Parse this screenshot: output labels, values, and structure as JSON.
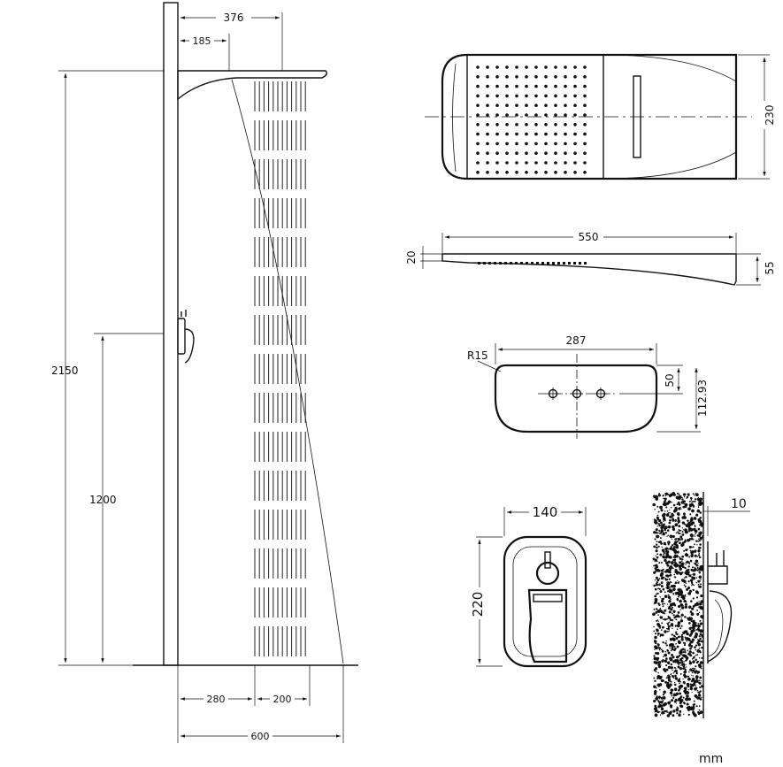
{
  "drawing": {
    "unit_label": "mm",
    "side_view": {
      "total_height": "2150",
      "mixer_height": "1200",
      "arm_reach": "376",
      "arm_offset": "185",
      "wall_to_spray": "280",
      "spray_width": "200",
      "floor_span": "600"
    },
    "head_top_view": {
      "width": "230"
    },
    "head_side_view": {
      "length": "550",
      "tip_thickness": "20",
      "end_thickness": "55"
    },
    "escutcheon_plate": {
      "radius": "R15",
      "width": "287",
      "hole_offset": "50",
      "height": "112.93"
    },
    "mixer_front": {
      "width": "140",
      "height": "220"
    },
    "wall_section": {
      "depth": "10"
    }
  }
}
